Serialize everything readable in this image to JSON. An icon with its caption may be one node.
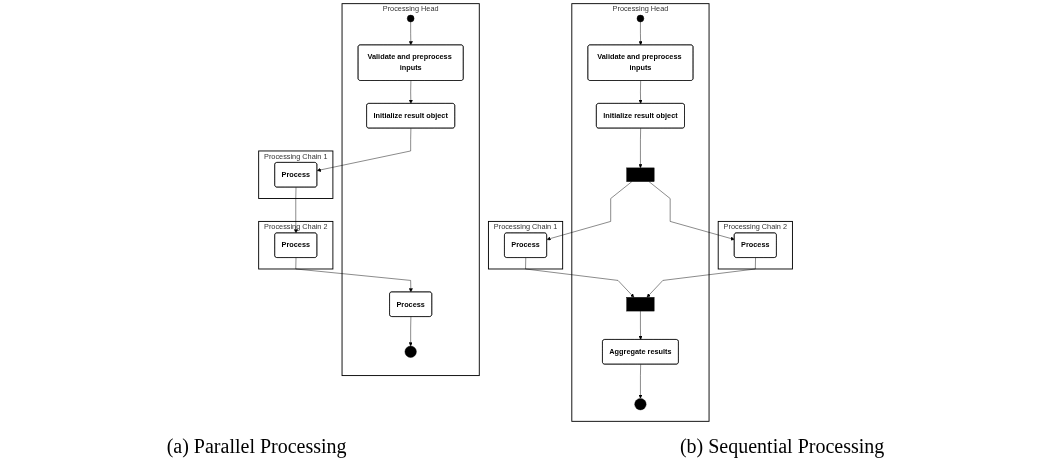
{
  "diagram": {
    "nodes": [
      {
        "text": [
          "Processing Head"
        ]
      },
      {
        "text": [
          "Processing Chain 1"
        ]
      },
      {
        "text": [
          "Processing Chain 2"
        ]
      },
      {
        "text": [],
        "shape": "circle",
        "in": 0
      },
      {
        "text": [
          "Validate and preprocess inputs"
        ],
        "in": 0
      },
      {
        "text": [
          "Initialize result object"
        ],
        "in": 0
      },
      {
        "text": [],
        "shape": "bar",
        "in": 0
      },
      {
        "text": [
          "Process"
        ],
        "in": 1
      },
      {
        "text": [
          "Process"
        ],
        "in": 2
      },
      {
        "text": [],
        "shape": "bar",
        "in": 0
      },
      {
        "text": [
          "Aggregate results"
        ],
        "in": 0
      },
      {
        "text": [],
        "shape": "bullseye",
        "in": 0
      },
      {
        "text": [
          "Processing Head"
        ]
      },
      {
        "text": [
          "Processing Chain 1"
        ]
      },
      {
        "text": [
          "Processing Chain 2"
        ]
      },
      {
        "text": [],
        "shape": "circle",
        "in": 12
      },
      {
        "text": [
          "Validate and preprocess inputs"
        ],
        "in": 12
      },
      {
        "text": [
          "Initialize result object"
        ],
        "in": 12
      },
      {
        "text": [
          "Process"
        ],
        "in": 13
      },
      {
        "text": [
          "Process"
        ],
        "in": 14
      },
      {
        "text": [
          "Process"
        ],
        "in": 12
      },
      {
        "text": [],
        "shape": "bullseye",
        "in": 12
      }
    ],
    "edges": [
      {
        "from": 3,
        "to": 4,
        "arrow": "to"
      },
      {
        "from": 4,
        "to": 5,
        "arrow": "to"
      },
      {
        "from": 5,
        "to": 6,
        "arrow": "to"
      },
      {
        "from": 6,
        "to": 7,
        "arrow": "to"
      },
      {
        "from": 6,
        "to": 8,
        "arrow": "to"
      },
      {
        "from": 7,
        "to": 9,
        "arrow": "to"
      },
      {
        "from": 8,
        "to": 9,
        "arrow": "to"
      },
      {
        "from": 9,
        "to": 10,
        "arrow": "to"
      },
      {
        "from": 10,
        "to": 11,
        "arrow": "to"
      },
      {
        "from": 15,
        "to": 16,
        "arrow": "to"
      },
      {
        "from": 16,
        "to": 17,
        "arrow": "to"
      },
      {
        "from": 17,
        "to": 18,
        "arrow": "to"
      },
      {
        "from": 18,
        "to": 19,
        "arrow": "to"
      },
      {
        "from": 19,
        "to": 20,
        "arrow": "to"
      },
      {
        "from": 20,
        "to": 21,
        "arrow": "to"
      }
    ],
    "labels": [
      "(a) Parallel Processing",
      "(b) Sequential Processing"
    ]
  }
}
